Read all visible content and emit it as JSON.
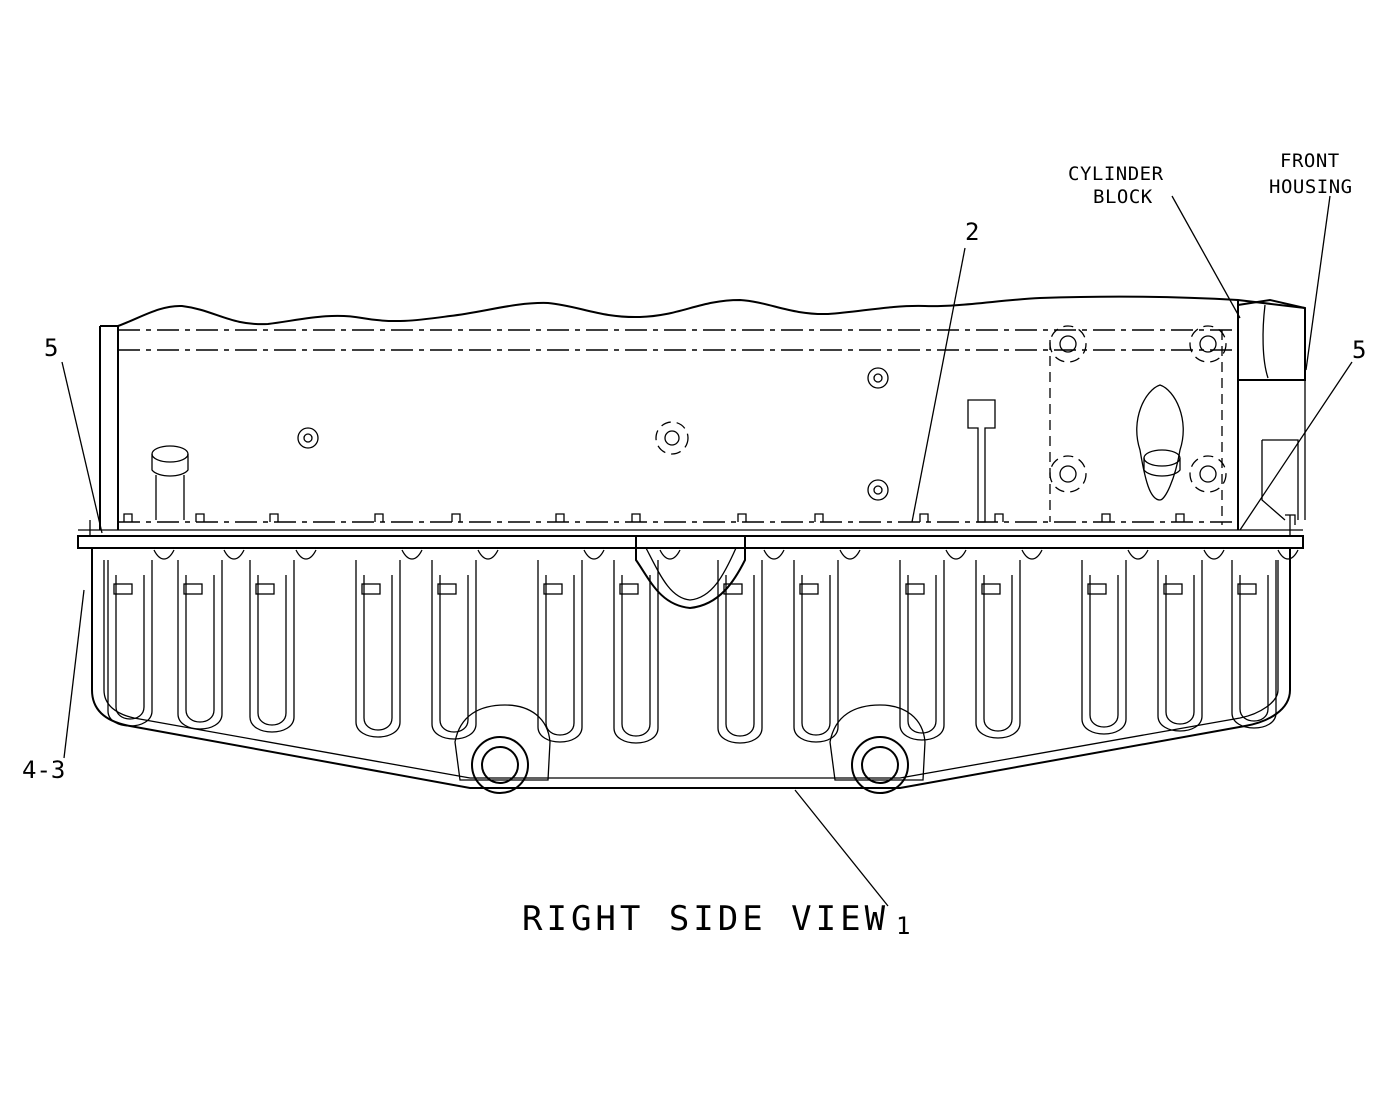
{
  "labels": {
    "cylinder_block": [
      "CYLINDER",
      "BLOCK"
    ],
    "front_housing": [
      "FRONT",
      "HOUSING"
    ],
    "view_title": "RIGHT SIDE VIEW"
  },
  "callouts": {
    "c1": "1",
    "c2": "2",
    "c5_left": "5",
    "c5_right": "5",
    "c4_3": "4-3"
  }
}
